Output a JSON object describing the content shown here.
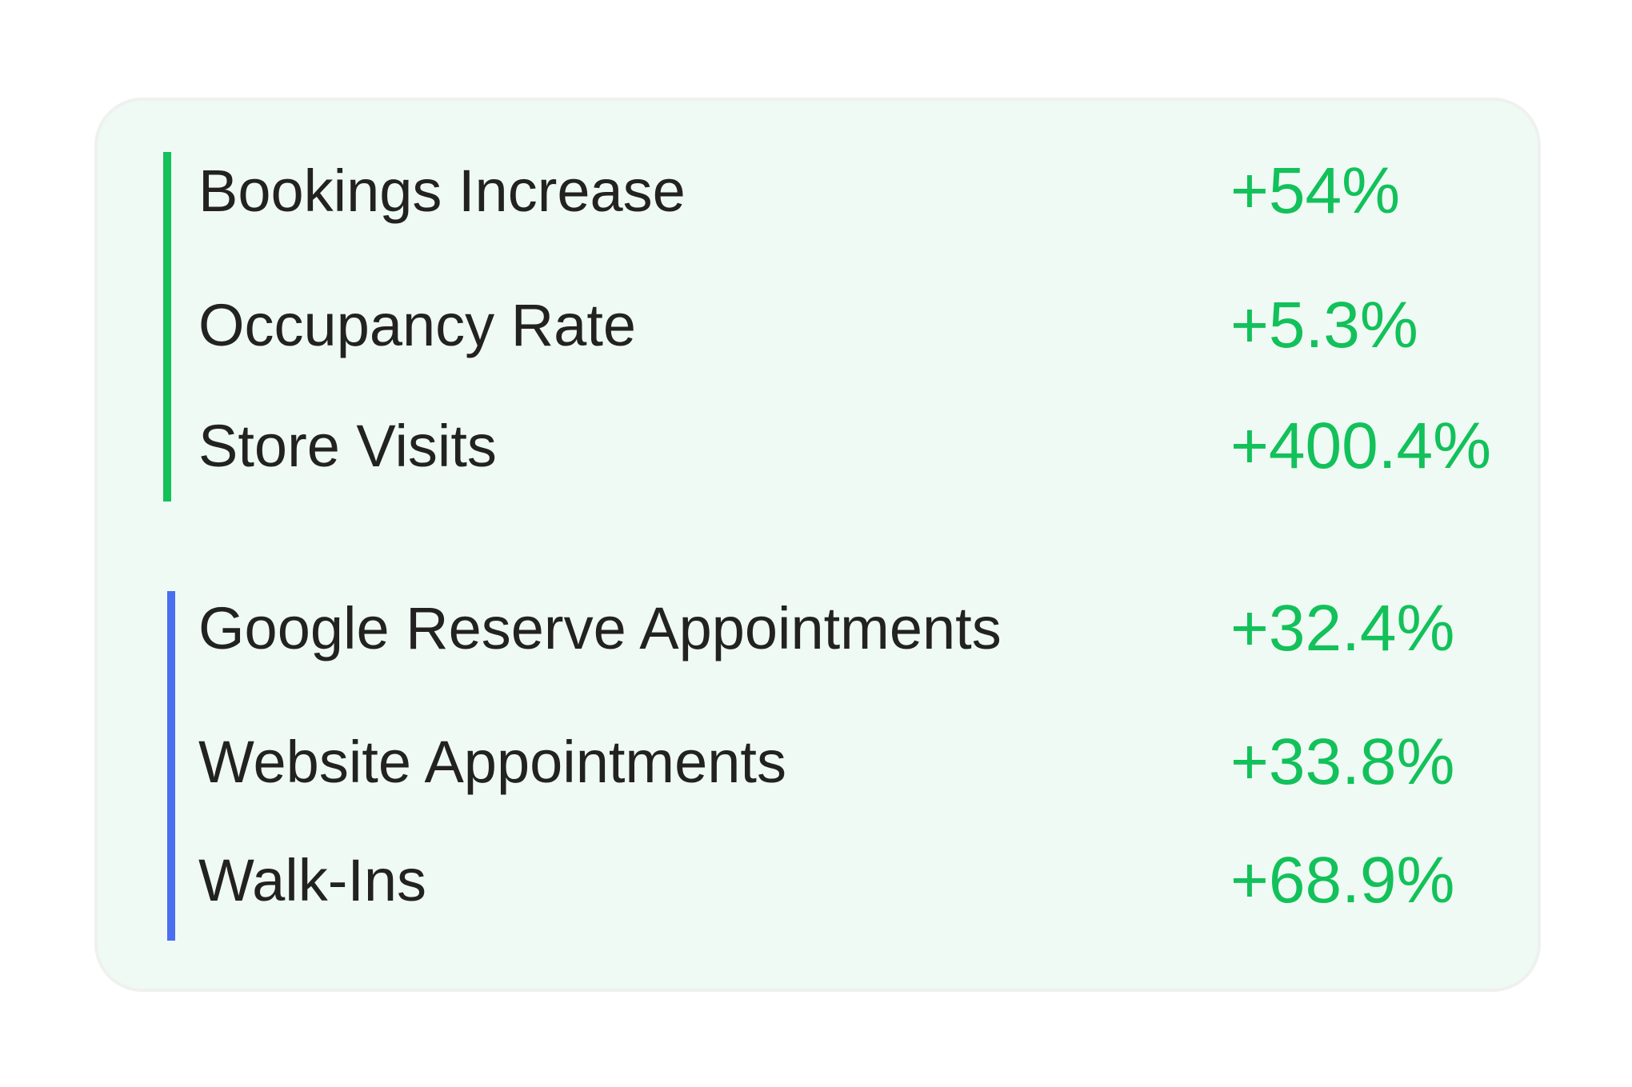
{
  "colors": {
    "value_green": "#12c15a",
    "group1_bar": "#12c15a",
    "group2_bar": "#4a6ef0"
  },
  "groups": [
    {
      "rows": [
        {
          "label": "Bookings Increase",
          "value": "+54%"
        },
        {
          "label": "Occupancy Rate",
          "value": "+5.3%"
        },
        {
          "label": "Store Visits",
          "value": "+400.4%"
        }
      ]
    },
    {
      "rows": [
        {
          "label": "Google Reserve Appointments",
          "value": "+32.4%"
        },
        {
          "label": "Website Appointments",
          "value": "+33.8%"
        },
        {
          "label": "Walk-Ins",
          "value": "+68.9%"
        }
      ]
    }
  ]
}
